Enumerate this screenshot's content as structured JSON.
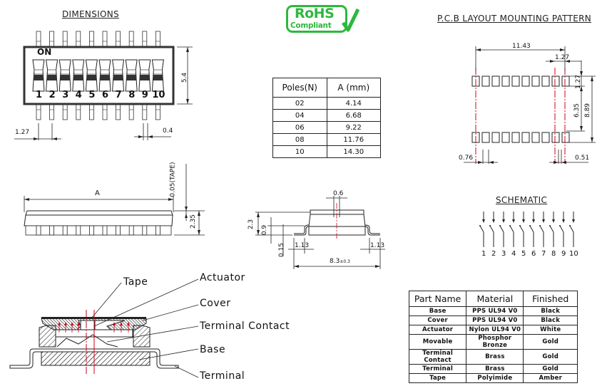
{
  "titles": {
    "dimensions": "DIMENSIONS",
    "pcb": "P.C.B LAYOUT MOUNTING PATTERN",
    "schematic": "SCHEMATIC"
  },
  "rohs": {
    "line1": "RoHS",
    "line2": "Compliant",
    "color": "#2db83d"
  },
  "top_view": {
    "on_label": "ON",
    "switch_numbers": [
      "1",
      "2",
      "3",
      "4",
      "5",
      "6",
      "7",
      "8",
      "9",
      "10"
    ],
    "dim_height": "5.4",
    "dim_pitch": "1.27",
    "dim_pin_width": "0.4"
  },
  "side_view": {
    "dim_length": "A",
    "dim_tape": "0.05(TAPE)",
    "dim_height": "2.35"
  },
  "end_view": {
    "dim_actuator": "0.6",
    "dim_total_height": "2.3",
    "dim_body": "0.9",
    "dim_lead_thickness": "0.15",
    "dim_lead_left": "1.13",
    "dim_lead_right": "1.13",
    "dim_span": "8.3",
    "dim_span_tol": "±0.3"
  },
  "pcb": {
    "dim_span": "11.43",
    "dim_pitch": "1.27",
    "dim_pad_length": "1.27",
    "dim_inner": "6.35",
    "dim_outer": "8.89",
    "dim_pad_width": "0.76",
    "dim_gap": "0.51",
    "accent_color": "#d0021b"
  },
  "schematic": {
    "numbers": [
      "1",
      "2",
      "3",
      "4",
      "5",
      "6",
      "7",
      "8",
      "9",
      "10"
    ]
  },
  "poles_table": {
    "headers": [
      "Poles(N)",
      "A  (mm)"
    ],
    "rows": [
      [
        "02",
        "4.14"
      ],
      [
        "04",
        "6.68"
      ],
      [
        "06",
        "9.22"
      ],
      [
        "08",
        "11.76"
      ],
      [
        "10",
        "14.30"
      ]
    ]
  },
  "cross_section": {
    "labels": {
      "tape": "Tape",
      "actuator": "Actuator",
      "cover": "Cover",
      "terminal_contact": "Terminal Contact",
      "base": "Base",
      "terminal": "Terminal"
    }
  },
  "materials_table": {
    "headers": [
      "Part Name",
      "Material",
      "Finished"
    ],
    "rows": [
      [
        "Base",
        "PPS UL94 V0",
        "Black"
      ],
      [
        "Cover",
        "PPS UL94 V0",
        "Black"
      ],
      [
        "Actuator",
        "Nylon UL94 V0",
        "White"
      ],
      [
        "Movable",
        "Phosphor Bronze",
        "Gold"
      ],
      [
        "Terminal Contact",
        "Brass",
        "Gold"
      ],
      [
        "Terminal",
        "Brass",
        "Gold"
      ],
      [
        "Tape",
        "Polyimide",
        "Amber"
      ]
    ]
  }
}
